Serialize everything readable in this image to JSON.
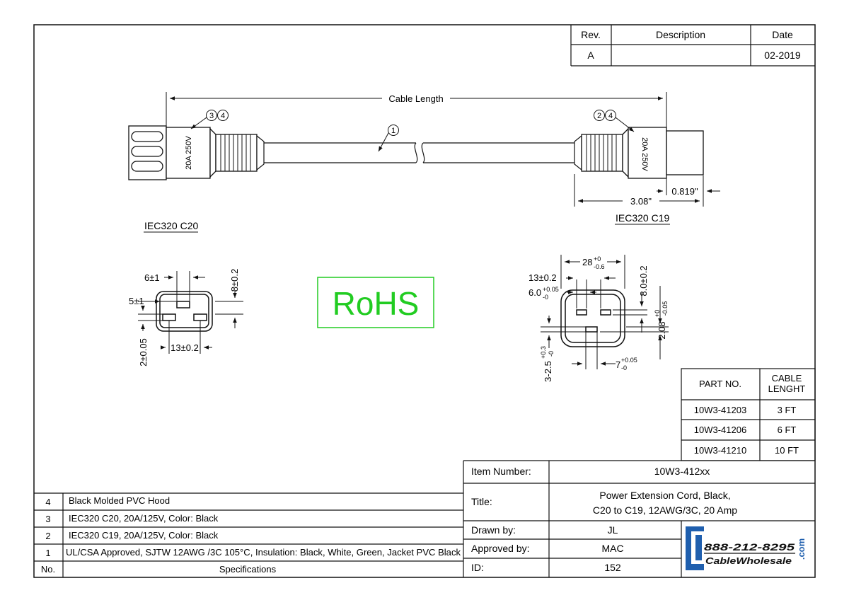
{
  "revision_block": {
    "headers": {
      "rev": "Rev.",
      "description": "Description",
      "date": "Date"
    },
    "rev": "A",
    "description": "",
    "date": "02-2019"
  },
  "drawing": {
    "cable_length_label": "Cable Length",
    "balloons": {
      "c20_a": "3",
      "c20_b": "4",
      "cable": "1",
      "c19_a": "2",
      "c19_b": "4"
    },
    "c20_rating": "20A 250V",
    "c19_rating": "20A 250V",
    "dim_connector_length": "3.08\"",
    "dim_plug_length": "0.819\"",
    "c20_label": "IEC320 C20",
    "c19_label": "IEC320 C19",
    "rohs": "RoHS",
    "rohs_color": "#22cc22",
    "c20_face": {
      "d_6": "6±1",
      "d_8": "8±0.2",
      "d_5": "5±1",
      "d_2": "2±0.05",
      "d_13": "13±0.2"
    },
    "c19_face": {
      "d_28": "28",
      "d_28_tol_top": "+0",
      "d_28_tol_bot": "-0.6",
      "d_13": "13±0.2",
      "d_6": "6.0",
      "d_6_tol_top": "+0.05",
      "d_6_tol_bot": "-0",
      "d_8": "8.0±0.2",
      "d_208": "2.08",
      "d_208_tol_top": "+0",
      "d_208_tol_bot": "-0.05",
      "d_3": "3-2.5",
      "d_3_tol_top": "+0.3",
      "d_3_tol_bot": "-0",
      "d_7": "7",
      "d_7_tol_top": "+0.05",
      "d_7_tol_bot": "-0"
    }
  },
  "part_table": {
    "headers": {
      "part": "PART NO.",
      "length_line1": "CABLE",
      "length_line2": "LENGHT"
    },
    "rows": [
      {
        "part": "10W3-41203",
        "length": "3 FT"
      },
      {
        "part": "10W3-41206",
        "length": "6 FT"
      },
      {
        "part": "10W3-41210",
        "length": "10 FT"
      }
    ]
  },
  "specs": {
    "header_no": "No.",
    "header_spec": "Specifications",
    "rows": [
      {
        "no": "4",
        "text": "Black Molded PVC Hood"
      },
      {
        "no": "3",
        "text": "IEC320 C20, 20A/125V, Color: Black"
      },
      {
        "no": "2",
        "text": "IEC320 C19, 20A/125V, Color: Black"
      },
      {
        "no": "1",
        "text": "UL/CSA Approved, SJTW 12AWG /3C 105°C, Insulation: Black, White, Green, Jacket PVC Black"
      }
    ]
  },
  "title_block": {
    "item_number_label": "Item Number:",
    "item_number": "10W3-412xx",
    "title_label": "Title:",
    "title_line1": "Power Extension Cord, Black,",
    "title_line2": "C20 to C19, 12AWG/3C, 20 Amp",
    "drawn_by_label": "Drawn by:",
    "drawn_by": "JL",
    "approved_by_label": "Approved by:",
    "approved_by": "MAC",
    "id_label": "ID:",
    "id": "152"
  },
  "logo": {
    "phone": "888-212-8295",
    "name": "CableWholesale",
    "tld": ".com",
    "brand_color": "#1f5fae"
  }
}
